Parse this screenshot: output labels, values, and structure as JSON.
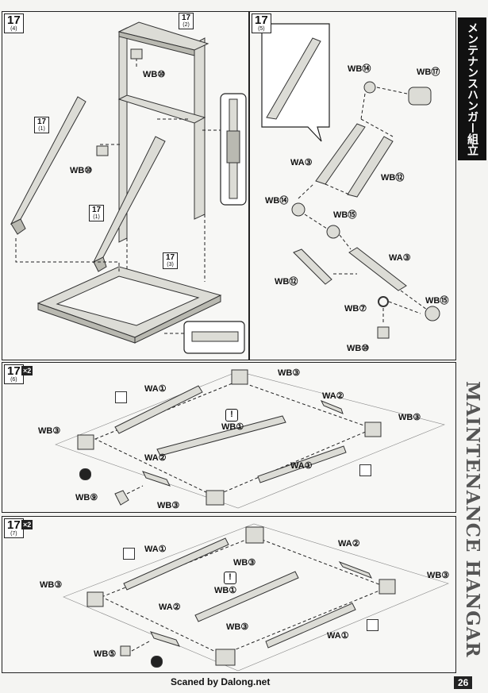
{
  "steps": {
    "s4": {
      "num": "17",
      "sub": "(4)"
    },
    "s5": {
      "num": "17",
      "sub": "(5)"
    },
    "s6": {
      "num": "17",
      "sub": "(6)",
      "mult": "×2"
    },
    "s7": {
      "num": "17",
      "sub": "(7)",
      "mult": "×2"
    }
  },
  "refs": {
    "r2": {
      "num": "17",
      "sub": "(2)"
    },
    "r1": {
      "num": "17",
      "sub": "(1)"
    },
    "r1b": {
      "num": "17",
      "sub": "(1)"
    },
    "r3": {
      "num": "17",
      "sub": "(3)"
    }
  },
  "panel4": {
    "wb10_a": "WB⑩",
    "wb10_b": "WB⑩"
  },
  "panel5": {
    "wb14_top": "WB⑭",
    "wb17": "WB⑰",
    "wa3_top": "WA③",
    "wb12_top": "WB⑫",
    "wb14_mid": "WB⑭",
    "wb15_mid": "WB⑮",
    "wa3_mid": "WA③",
    "wb12_mid": "WB⑫",
    "wb7": "WB⑦",
    "wb15_bot": "WB⑮",
    "wb10": "WB⑩"
  },
  "panel6": {
    "wb3_tr": "WB③",
    "wa1_tl": "WA①",
    "wa2_tr": "WA②",
    "wb3_r": "WB③",
    "warn": "!",
    "wb1": "WB①",
    "wb3_l": "WB③",
    "wa2_bl": "WA②",
    "wa1_br": "WA①",
    "wb9": "WB⑨",
    "wb3_b": "WB③"
  },
  "panel7": {
    "wa1_tl": "WA①",
    "wb3_tc": "WB③",
    "wa2_tr": "WA②",
    "wb3_r": "WB③",
    "warn": "!",
    "wb1": "WB①",
    "wb3_l": "WB③",
    "wa2_bl": "WA②",
    "wb3_bc": "WB③",
    "wa1_br": "WA①",
    "wb5": "WB⑤"
  },
  "sidebar": {
    "jp_title": "メンテナンスハンガー組立",
    "en_title": "MAINTENANCE HANGAR ASSEMBLE"
  },
  "footer": {
    "credit": "Scaned by Dalong.net",
    "page": "26"
  }
}
